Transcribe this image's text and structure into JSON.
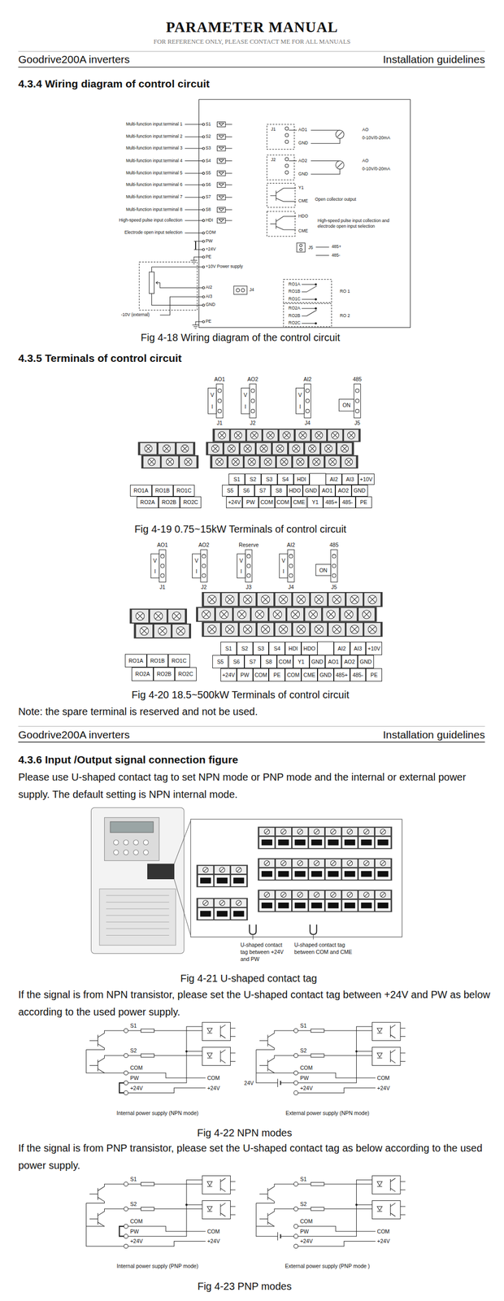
{
  "diagram": {
    "title": "PARAMETER MANUAL",
    "labels": [
      "FOR REFERENCE ONLY, PLEASE CONTACT ME FOR ALL MANUALS",
      "Goodrive200A inverters",
      "Installation guidelines",
      "4.3.4 Wiring diagram of control circuit",
      "Multi-function input terminal 1",
      "Multi-function input terminal 2",
      "Multi-function input terminal 3",
      "Multi-function input terminal 4",
      "Multi-function input terminal 5",
      "Multi-function input terminal 6",
      "Multi-function input terminal 7",
      "Multi-function input terminal 8",
      "High-speed pulse input collection",
      "Electrode open input selection",
      "S1",
      "S2",
      "S3",
      "S4",
      "S5",
      "S6",
      "S7",
      "S8",
      "HDI",
      "COM",
      "PW",
      "+24V",
      "PE",
      "+10V Power supply",
      "AI2",
      "AI3",
      "GND",
      "J4",
      "-10V (external)",
      "PE",
      "J1",
      "AO1",
      "GND",
      "AO",
      "0-10V/0-20mA",
      "J2",
      "AO2",
      "GND",
      "AO",
      "0-10V/0-20mA",
      "Y1",
      "CME",
      "Open collector output",
      "HDO",
      "CME",
      "High-speed pulse input collection and electrode open input selection",
      "J5",
      "485+",
      "485-",
      "RO1A",
      "RO1B",
      "RO1C",
      "RO 1",
      "RO2A",
      "RO2B",
      "RO2C",
      "RO 2",
      "Fig 4-18 Wiring diagram of the control circuit",
      "4.3.5 Terminals of control circuit",
      "AO1",
      "V",
      "I",
      "J1",
      "AO2",
      "V",
      "I",
      "J2",
      "AI2",
      "V",
      "I",
      "J4",
      "485",
      "ON",
      "J5",
      "RO1A",
      "RO1B",
      "RO1C",
      "RO2A",
      "RO2B",
      "RO2C",
      "S1",
      "S2",
      "S3",
      "S4",
      "HDI",
      "AI2",
      "AI3",
      "+10V",
      "S5",
      "S6",
      "S7",
      "S8",
      "HDO",
      "GND",
      "AO1",
      "AO2",
      "GND",
      "+24V",
      "PW",
      "COM",
      "COM",
      "CME",
      "Y1",
      "485+",
      "485-",
      "PE",
      "Fig 4-19 0.75~15kW Terminals of control circuit",
      "AO1",
      "V",
      "I",
      "J1",
      "AO2",
      "V",
      "I",
      "J2",
      "Reserve",
      "V",
      "I",
      "J3",
      "AI2",
      "V",
      "I",
      "J4",
      "485",
      "ON",
      "J5",
      "RO1A",
      "RO1B",
      "RO1C",
      "RO2A",
      "RO2B",
      "RO2C",
      "S1",
      "S2",
      "S3",
      "S4",
      "HDI",
      "HDO",
      "AI2",
      "AI3",
      "+10V",
      "S5",
      "S6",
      "S7",
      "S8",
      "COM",
      "Y1",
      "GND",
      "AO1",
      "AO2",
      "GND",
      "+24V",
      "PW",
      "COM",
      "PE",
      "COM",
      "CME",
      "GND",
      "485+",
      "485-",
      "PE",
      "Fig 4-20 18.5~500kW Terminals of control circuit",
      "Note: the spare terminal is reserved and not be used.",
      "Goodrive200A inverters",
      "Installation guidelines",
      "4.3.6 Input /Output signal connection figure",
      "Please use U-shaped contact tag to set NPN mode or PNP mode and the internal or external power supply. The default setting is NPN internal mode.",
      "U-shaped contact tag between +24V and PW",
      "U-shaped contact tag between COM and CME",
      "Fig 4-21 U-shaped contact tag",
      "If the signal is from NPN transistor, please set the U-shaped contact tag between +24V and PW as below according to the used power supply.",
      "S1",
      "S2",
      "COM",
      "PW",
      "+24V",
      "COM",
      "+24V",
      "Internal power supply (NPN mode)",
      "S1",
      "S2",
      "COM",
      "24V",
      "PW",
      "+24V",
      "COM",
      "+24V",
      "External power supply (NPN mode)",
      "Fig 4-22 NPN modes",
      "If the signal is from PNP transistor, please set the U-shaped contact tag as below according to the used power supply.",
      "S1",
      "S2",
      "COM",
      "PW",
      "+24V",
      "COM",
      "+24V",
      "Internal power supply (PNP mode)",
      "S1",
      "S2",
      "COM",
      "PW",
      "+24V",
      "COM",
      "+24V",
      "External power supply (PNP mode )",
      "Fig 4-23 PNP modes"
    ]
  }
}
